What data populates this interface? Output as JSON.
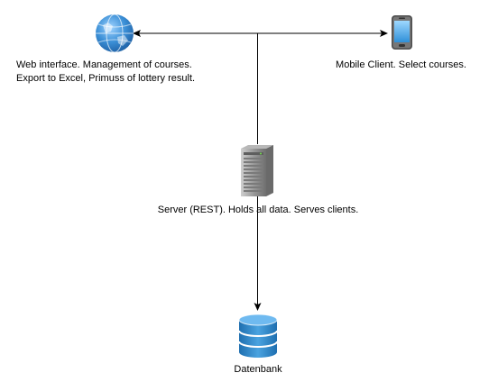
{
  "nodes": {
    "web": {
      "icon": "globe-icon",
      "line1": "Web interface. Management of courses.",
      "line2": "Export to Excel, Primuss of lottery result."
    },
    "mobile": {
      "icon": "smartphone-icon",
      "label": "Mobile Client. Select courses."
    },
    "server": {
      "icon": "server-tower-icon",
      "label": "Server (REST). Holds all data. Serves clients."
    },
    "database": {
      "icon": "database-icon",
      "label": "Datenbank"
    }
  },
  "colors": {
    "edge": "#000000",
    "globe": "#2f7fc8",
    "database": "#2a86c9",
    "server": "#8a8a8a",
    "phone": "#5a5a5a"
  }
}
